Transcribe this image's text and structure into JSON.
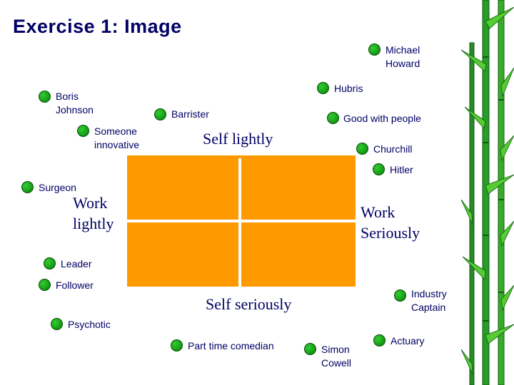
{
  "title": "Exercise 1: Image",
  "axes": {
    "top": "Self lightly",
    "bottom": "Self seriously",
    "left": "Work\nlightly",
    "right": "Work\nSeriously"
  },
  "people": [
    {
      "key": "michael-howard",
      "label": "Michael\nHoward"
    },
    {
      "key": "hubris",
      "label": "Hubris"
    },
    {
      "key": "boris-johnson",
      "label": "Boris\nJohnson"
    },
    {
      "key": "barrister",
      "label": "Barrister"
    },
    {
      "key": "good-with-people",
      "label": "Good with people"
    },
    {
      "key": "someone-innovative",
      "label": "Someone\ninnovative"
    },
    {
      "key": "churchill",
      "label": "Churchill"
    },
    {
      "key": "hitler",
      "label": "Hitler"
    },
    {
      "key": "surgeon",
      "label": "Surgeon"
    },
    {
      "key": "leader",
      "label": "Leader"
    },
    {
      "key": "follower",
      "label": "Follower"
    },
    {
      "key": "industry-captain",
      "label": "Industry\nCaptain"
    },
    {
      "key": "psychotic",
      "label": "Psychotic"
    },
    {
      "key": "part-time-comedian",
      "label": "Part time comedian"
    },
    {
      "key": "simon-cowell",
      "label": "Simon\nCowell"
    },
    {
      "key": "actuary",
      "label": "Actuary"
    }
  ],
  "colors": {
    "quadrant": "#ff9900",
    "text": "#000066",
    "bullet": "#22aa22",
    "bamboo": "#1a8a1a"
  }
}
